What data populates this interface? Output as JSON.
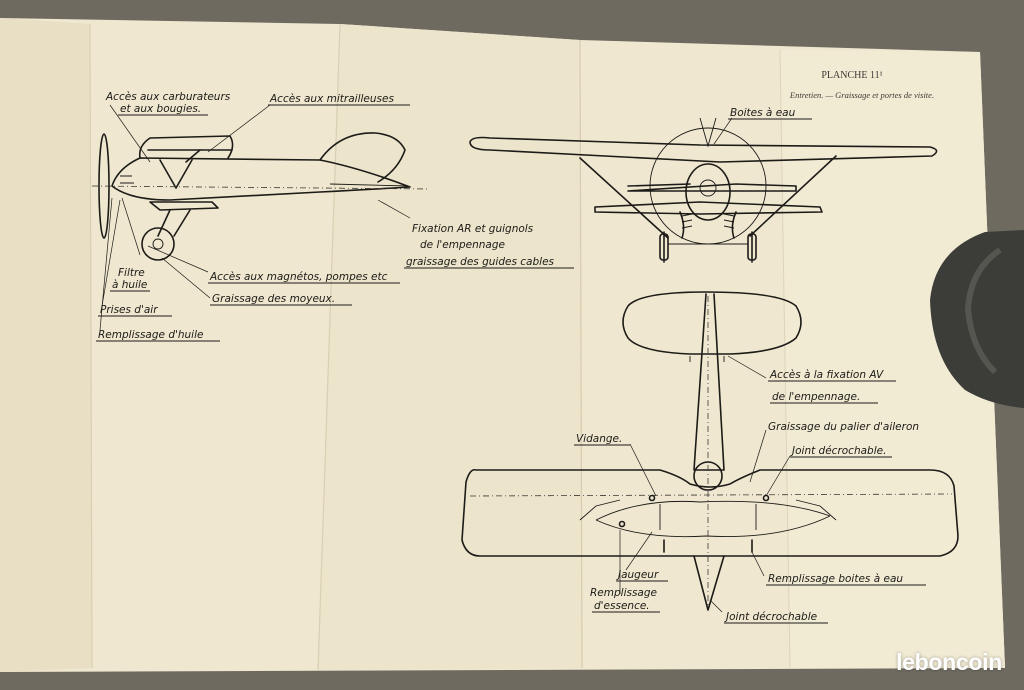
{
  "header": {
    "plate": "PLANCHE 11¹",
    "subtitle": "Entretien. — Graissage et portes de visite."
  },
  "side_view_labels": {
    "carburetor_access": "Accès aux carburateurs",
    "carburetor_access_2": "et aux bougies.",
    "machine_gun_access": "Accès aux mitrailleuses",
    "tail_fixation": "Fixation AR et guignols",
    "tail_fixation_2": "de l'empennage",
    "cable_guides": "graissage des guides cables",
    "oil_filter": "Filtre",
    "oil_filter_2": "à huile",
    "magneto_access": "Accès aux magnétos, pompes etc",
    "air_intakes": "Prises d'air",
    "hub_greasing": "Graissage des moyeux.",
    "oil_filling": "Remplissage d'huile"
  },
  "front_view_labels": {
    "water_tanks": "Boites à eau"
  },
  "plan_view_labels": {
    "front_tail_access": "Accès à la fixation AV",
    "front_tail_access_2": "de l'empennage.",
    "aileron_bearing": "Graissage du palier d'aileron",
    "detachable_joint_top": "Joint décrochable.",
    "drain": "Vidange.",
    "gauge": "Jaugeur",
    "fuel_filling": "Remplissage",
    "fuel_filling_2": "d'essence.",
    "water_tank_filling": "Remplissage boites à eau",
    "detachable_joint_bottom": "Joint décrochable"
  },
  "watermark": "leboncoin",
  "colors": {
    "paper": "#efe7cf",
    "paper_right": "#f2ebd4",
    "ink": "#1c1b18",
    "background": "#6e6a60"
  }
}
